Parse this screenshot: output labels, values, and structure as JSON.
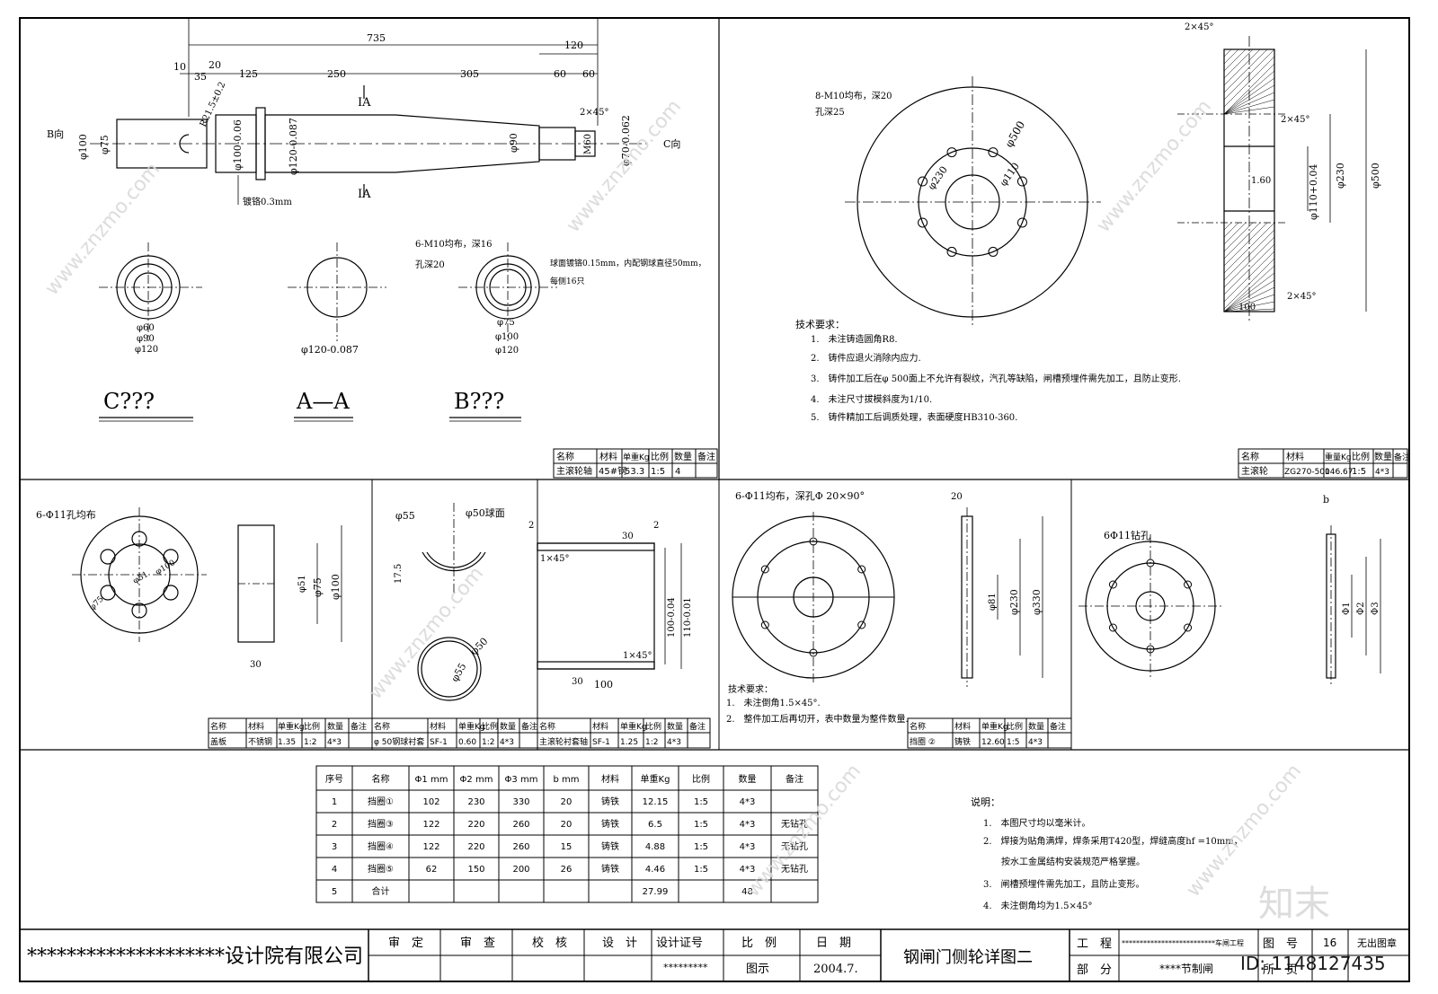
{
  "shaft": {
    "dims_top": [
      "735",
      "10",
      "20",
      "35",
      "125",
      "250",
      "305",
      "120",
      "60",
      "60"
    ],
    "dims_left": [
      "B向",
      "φ100",
      "φ75",
      "R21.5±0.2",
      "φ100-0.06",
      "φ120-0.087",
      "φ90",
      "2×45°",
      "M60",
      "φ70-0.062",
      "C向",
      "IA",
      "IA"
    ],
    "plating": "镀铬0.3mm"
  },
  "sections": {
    "c_title": "C???",
    "a_title": "A—A",
    "b_title": "B???",
    "c_dims": [
      "φ60",
      "φ90",
      "φ120"
    ],
    "a_dims": [
      "φ120-0.087"
    ],
    "b_note1": "6-M10均布，深16",
    "b_note2": "孔深20",
    "b_note3": "球面镀铬0.15mm，内配钢球直径50mm，",
    "b_note4": "每侧16只",
    "b_dims": [
      "φ75",
      "φ100",
      "φ120"
    ]
  },
  "shaft_table": {
    "headers": [
      "名称",
      "材料",
      "单重Kg",
      "比例",
      "数量",
      "备注"
    ],
    "row": [
      "主滚轮轴",
      "45#钢",
      "53.3",
      "1:5",
      "4",
      ""
    ]
  },
  "wheel": {
    "note": "8-M10均布，深20",
    "note2": "孔深25",
    "dims": [
      "φ500",
      "φ230",
      "φ110",
      "2×45°",
      "2×45°",
      "φ110+0.04",
      "φ230",
      "φ500",
      "1.60",
      "100",
      "2×45°"
    ],
    "tech_title": "技术要求：",
    "tech": [
      "1.　未注铸造圆角R8.",
      "2.　铸件应退火消除内应力.",
      "3.　铸件加工后在φ 500面上不允许有裂纹，汽孔等缺陷，闸槽预埋件需先加工，且防止变形.",
      "4.　未注尺寸拔模斜度为1/10.",
      "5.　铸件精加工后调质处理，表面硬度HB310-360."
    ],
    "table_headers": [
      "名称",
      "材料",
      "重量Kg",
      "比例",
      "数量",
      "备注"
    ],
    "table_row": [
      "主滚轮",
      "ZG270-500",
      "146.67",
      "1:5",
      "4*3",
      ""
    ]
  },
  "cover": {
    "note": "6-Φ11孔均布",
    "dims": [
      "φ51",
      "φ75",
      "φ100",
      "30",
      "φ75",
      "φ100",
      "φ51"
    ],
    "table": [
      "盖板",
      "不锈钢",
      "1.35",
      "1:2",
      "4*3",
      ""
    ]
  },
  "ball": {
    "dims": [
      "φ55",
      "φ50球面",
      "17.5",
      "φ50",
      "φ55"
    ],
    "table": [
      "φ 50钢球衬套",
      "SF-1",
      "0.60",
      "1:2",
      "4*3",
      ""
    ]
  },
  "sleeve": {
    "dims": [
      "2",
      "1×45°",
      "30",
      "2",
      "100-0.04",
      "110-0.01",
      "1×45°",
      "30",
      "100"
    ],
    "table": [
      "主滚轮衬套轴",
      "SF-1",
      "1.25",
      "1:2",
      "4*3",
      ""
    ]
  },
  "ring2": {
    "note": "6-Φ11均布，深孔Φ 20×90°",
    "dims": [
      "20",
      "φ81",
      "φ230",
      "φ330"
    ],
    "tech_title": "技术要求：",
    "tech": [
      "1.　未注倒角1.5×45°.",
      "2.　整件加工后再切开，表中数量为整件数量."
    ],
    "table": [
      "挡圈 ②",
      "铸铁",
      "12.60",
      "1:5",
      "4*3",
      ""
    ]
  },
  "ring3": {
    "note": "6Φ11钻孔",
    "dims": [
      "b",
      "Φ1",
      "Φ2",
      "Φ3"
    ]
  },
  "small_headers": [
    "名称",
    "材料",
    "单重Kg",
    "比例",
    "数量",
    "备注"
  ],
  "parts_table": {
    "headers": [
      "序号",
      "名称",
      "Φ1 mm",
      "Φ2 mm",
      "Φ3 mm",
      "b mm",
      "材料",
      "单重Kg",
      "比例",
      "数量",
      "备注"
    ],
    "rows": [
      [
        "1",
        "挡圈①",
        "102",
        "230",
        "330",
        "20",
        "铸铁",
        "12.15",
        "1:5",
        "4*3",
        ""
      ],
      [
        "2",
        "挡圈③",
        "122",
        "220",
        "260",
        "20",
        "铸铁",
        "6.5",
        "1:5",
        "4*3",
        "无钻孔"
      ],
      [
        "3",
        "挡圈④",
        "122",
        "220",
        "260",
        "15",
        "铸铁",
        "4.88",
        "1:5",
        "4*3",
        "无钻孔"
      ],
      [
        "4",
        "挡圈⑤",
        "62",
        "150",
        "200",
        "26",
        "铸铁",
        "4.46",
        "1:5",
        "4*3",
        "无钻孔"
      ],
      [
        "5",
        "合计",
        "",
        "",
        "",
        "",
        "",
        "27.99",
        "",
        "48",
        ""
      ]
    ]
  },
  "notes": {
    "title": "说明：",
    "items": [
      "1.　本图尺寸均以毫米计。",
      "2.　焊接为贴角满焊，焊条采用T420型，焊缝高度hf =10mm，",
      "　　按水工金属结构安装规范严格掌握。",
      "3.　闸槽预埋件需先加工，且防止变形。",
      "4.　未注倒角均为1.5×45°"
    ]
  },
  "title_block": {
    "company": "********************设计院有限公司",
    "labels": [
      "审　定",
      "审　查",
      "校　核",
      "设　计",
      "设计证号",
      "比　例",
      "日　期"
    ],
    "cert": "*********",
    "scale": "图示",
    "date": "2004.7.",
    "drawing_title": "钢闸门侧轮详图二",
    "project_label": "工　程",
    "project_value": "**************************车闸工程",
    "part_label": "部　分",
    "part_value": "****节制闸",
    "fig_label": "图　号",
    "fig_value": "16",
    "stamp": "无出图章",
    "sheet_label": "所　页"
  },
  "watermark": {
    "text": "www.znzmo.com",
    "brand": "知末",
    "id": "ID: 1148127435"
  }
}
